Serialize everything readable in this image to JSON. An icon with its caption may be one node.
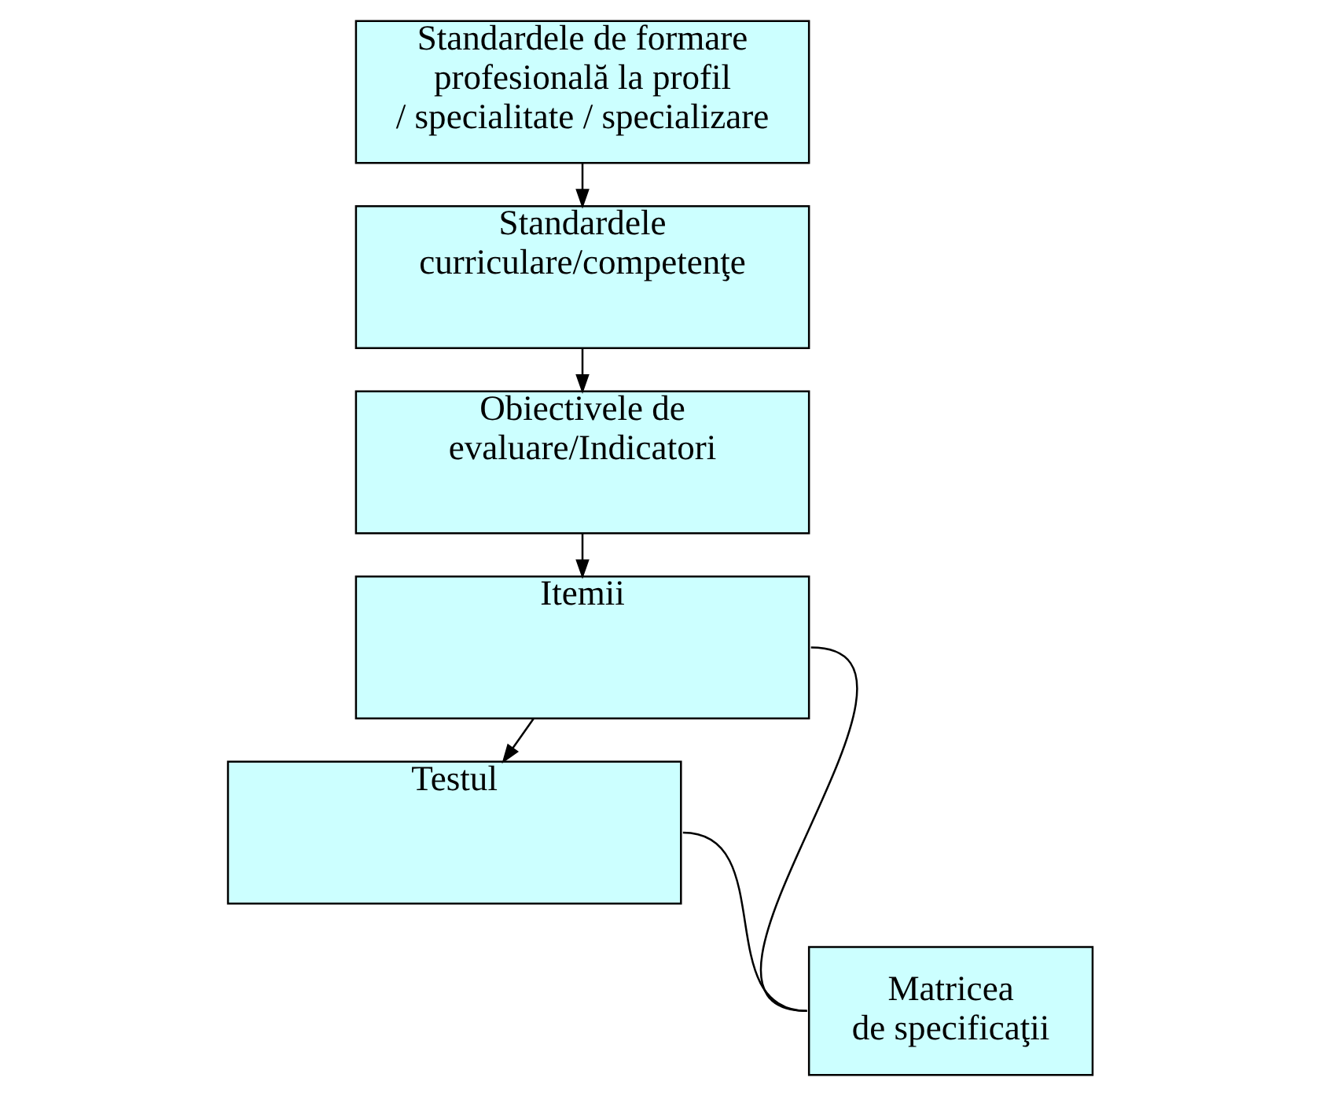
{
  "diagram": {
    "nodes": [
      {
        "text": [
          "Standardele de formare profesională la profil / specialitate / specializare"
        ]
      },
      {
        "text": [
          "Standardele curriculare/competenţe"
        ]
      },
      {
        "text": [
          "Obiectivele de evaluare/Indicatori"
        ]
      },
      {
        "text": [
          "Itemii"
        ]
      },
      {
        "text": [
          "Testul"
        ]
      },
      {
        "text": [
          "Matricea de specificaţii"
        ]
      }
    ],
    "edges": [
      {
        "from": 0,
        "to": 1,
        "arrow": "to"
      },
      {
        "from": 1,
        "to": 2,
        "arrow": "to"
      },
      {
        "from": 2,
        "to": 3,
        "arrow": "to"
      },
      {
        "from": 3,
        "to": 4,
        "arrow": "to"
      },
      {
        "from": 3,
        "to": 5,
        "arrow": "none"
      },
      {
        "from": 4,
        "to": 5,
        "arrow": "none"
      }
    ]
  }
}
